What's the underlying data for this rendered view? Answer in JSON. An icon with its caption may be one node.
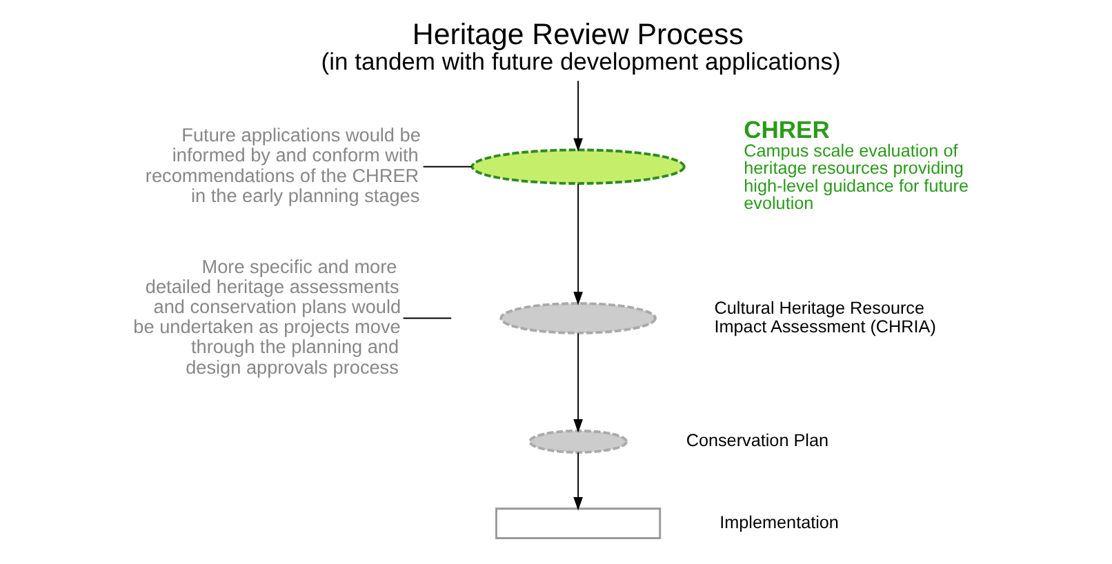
{
  "diagram": {
    "nodes": [
      {
        "text": [
          "Heritage Review Process",
          "(in tandem with future development applications)"
        ]
      },
      {
        "text": [],
        "shape": "ellipse",
        "beside": [
          "CHRER",
          "Campus scale evaluation of heritage resources providing high-level guidance for future evolution"
        ]
      },
      {
        "text": [],
        "shape": "ellipse",
        "beside": [
          "Cultural Heritage Resource Impact Assessment (CHRIA)"
        ]
      },
      {
        "text": [],
        "shape": "ellipse",
        "beside": [
          "Conservation Plan"
        ]
      },
      {
        "text": [],
        "shape": "box",
        "beside": [
          "Implementation"
        ]
      },
      {
        "text": [
          "Future applications would be informed by and conform with recommendations of the CHRER in the early planning stages"
        ]
      },
      {
        "text": [
          "More specific and more detailed heritage assessments and conservation plans would be undertaken as projects move through the planning and design approvals process"
        ]
      }
    ],
    "edges": [
      {
        "from": 0,
        "to": 1,
        "arrow": "to"
      },
      {
        "from": 1,
        "to": 2,
        "arrow": "to"
      },
      {
        "from": 2,
        "to": 3,
        "arrow": "to"
      },
      {
        "from": 3,
        "to": 4,
        "arrow": "to"
      },
      {
        "from": 5,
        "to": 1,
        "arrow": "none"
      },
      {
        "from": 6,
        "to": null,
        "arrow": "none"
      }
    ]
  }
}
